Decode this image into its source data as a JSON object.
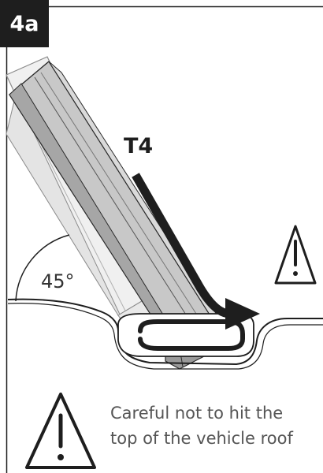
{
  "step": {
    "number": "4a"
  },
  "diagram": {
    "tool_label": "T4",
    "angle_label": "45°",
    "accent_color": "#1e1e1e"
  },
  "warning": {
    "icon": "warning-triangle-icon",
    "line1": "Careful not to hit the",
    "line2": "top of the vehicle roof"
  }
}
